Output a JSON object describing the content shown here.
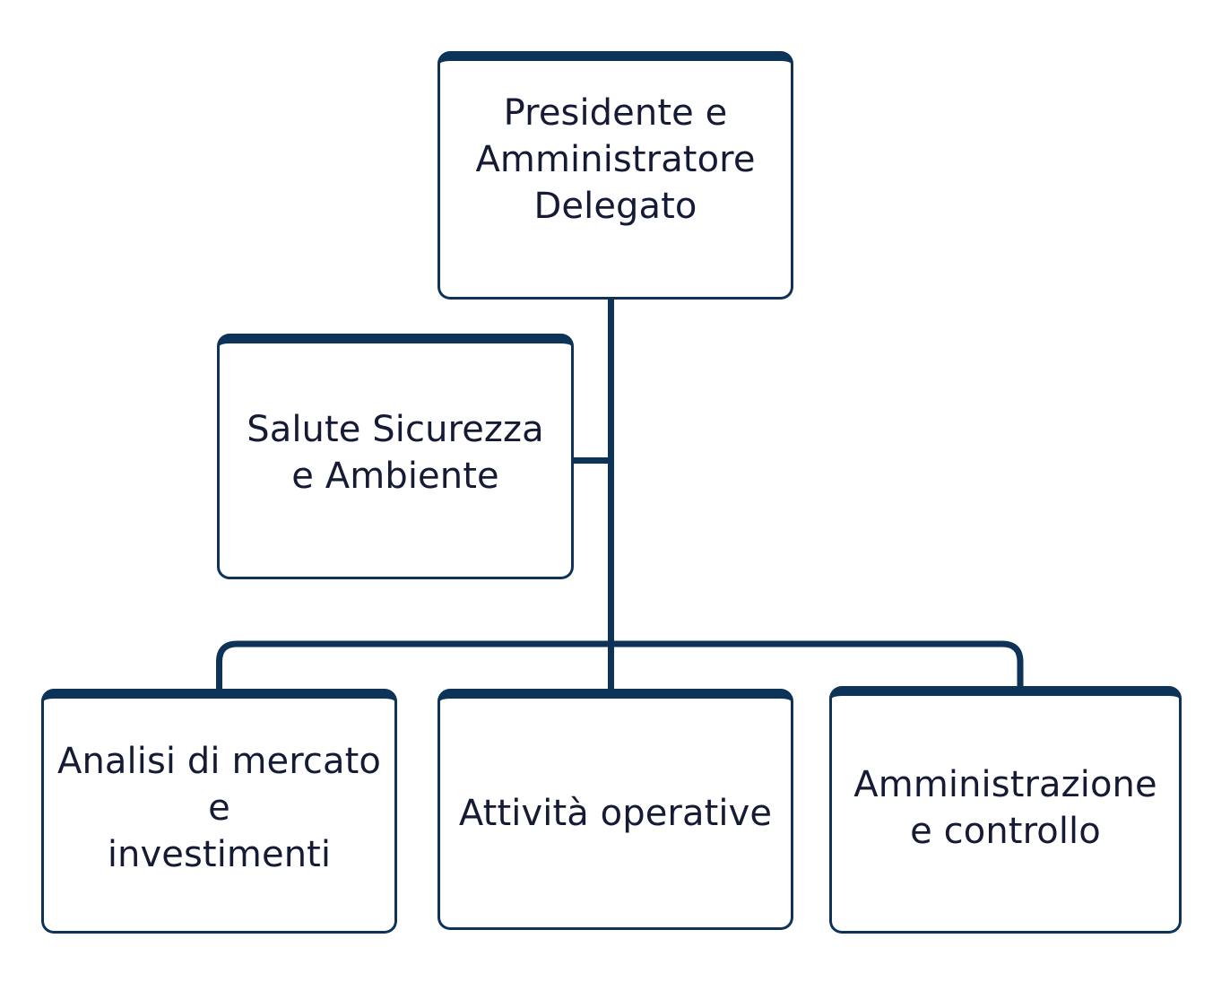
{
  "diagram": {
    "type": "organizational-chart",
    "orientation": "top-down",
    "language": "it",
    "colors": {
      "box_border": "#0d3358",
      "box_fill": "#ffffff",
      "connector": "#0d3358",
      "text": "#151b35",
      "background": "#ffffff"
    },
    "nodes": [
      {
        "id": "presidente",
        "label": "Presidente e\nAmministratore\nDelegato",
        "level": 0
      },
      {
        "id": "salute",
        "label": "Salute Sicurezza\ne Ambiente",
        "level": 1
      },
      {
        "id": "analisi",
        "label": "Analisi di mercato\ne\ninvestimenti",
        "level": 2
      },
      {
        "id": "attivita",
        "label": "Attività operative",
        "level": 2
      },
      {
        "id": "amministrazione",
        "label": "Amministrazione\ne controllo",
        "level": 2
      }
    ],
    "edges": [
      {
        "from": "presidente",
        "to": "salute"
      },
      {
        "from": "presidente",
        "to": "analisi"
      },
      {
        "from": "presidente",
        "to": "attivita"
      },
      {
        "from": "presidente",
        "to": "amministrazione"
      }
    ]
  }
}
